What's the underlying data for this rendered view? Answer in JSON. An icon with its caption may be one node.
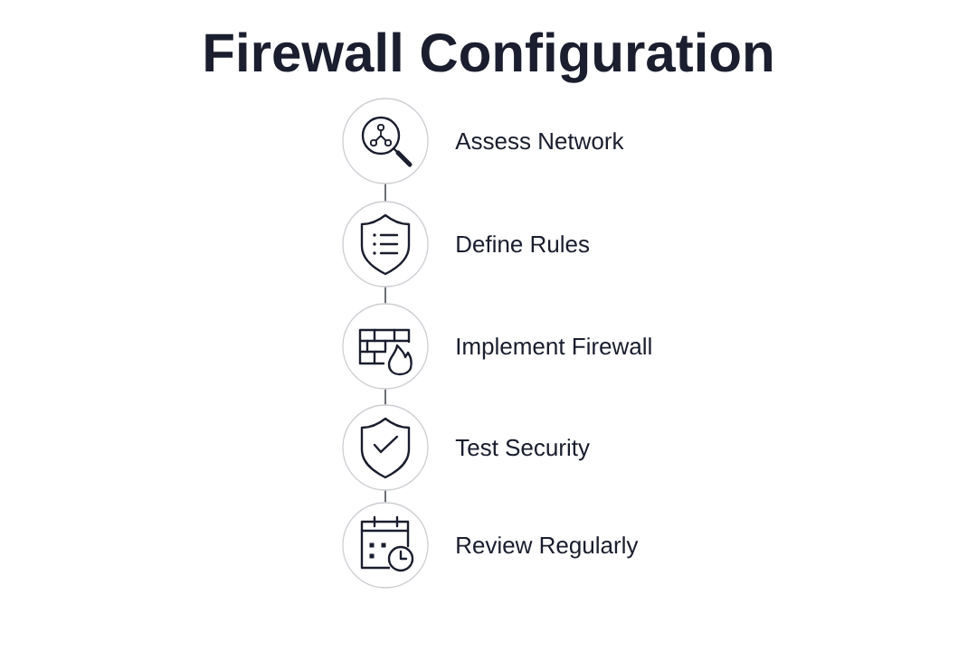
{
  "diagram": {
    "title": "Firewall Configuration",
    "nodes": [
      {
        "text": [],
        "shape": "circle",
        "beside": [
          "Assess Network"
        ]
      },
      {
        "text": [],
        "shape": "circle",
        "beside": [
          "Define Rules"
        ]
      },
      {
        "text": [],
        "shape": "circle",
        "beside": [
          "Implement Firewall"
        ]
      },
      {
        "text": [],
        "shape": "circle",
        "beside": [
          "Test Security"
        ]
      },
      {
        "text": [],
        "shape": "circle",
        "beside": [
          "Review Regularly"
        ]
      }
    ],
    "edges": [
      {
        "from": 0,
        "to": 1,
        "arrow": "none"
      },
      {
        "from": 1,
        "to": 2,
        "arrow": "none"
      },
      {
        "from": 2,
        "to": 3,
        "arrow": "none"
      },
      {
        "from": 3,
        "to": 4,
        "arrow": "none"
      }
    ]
  }
}
